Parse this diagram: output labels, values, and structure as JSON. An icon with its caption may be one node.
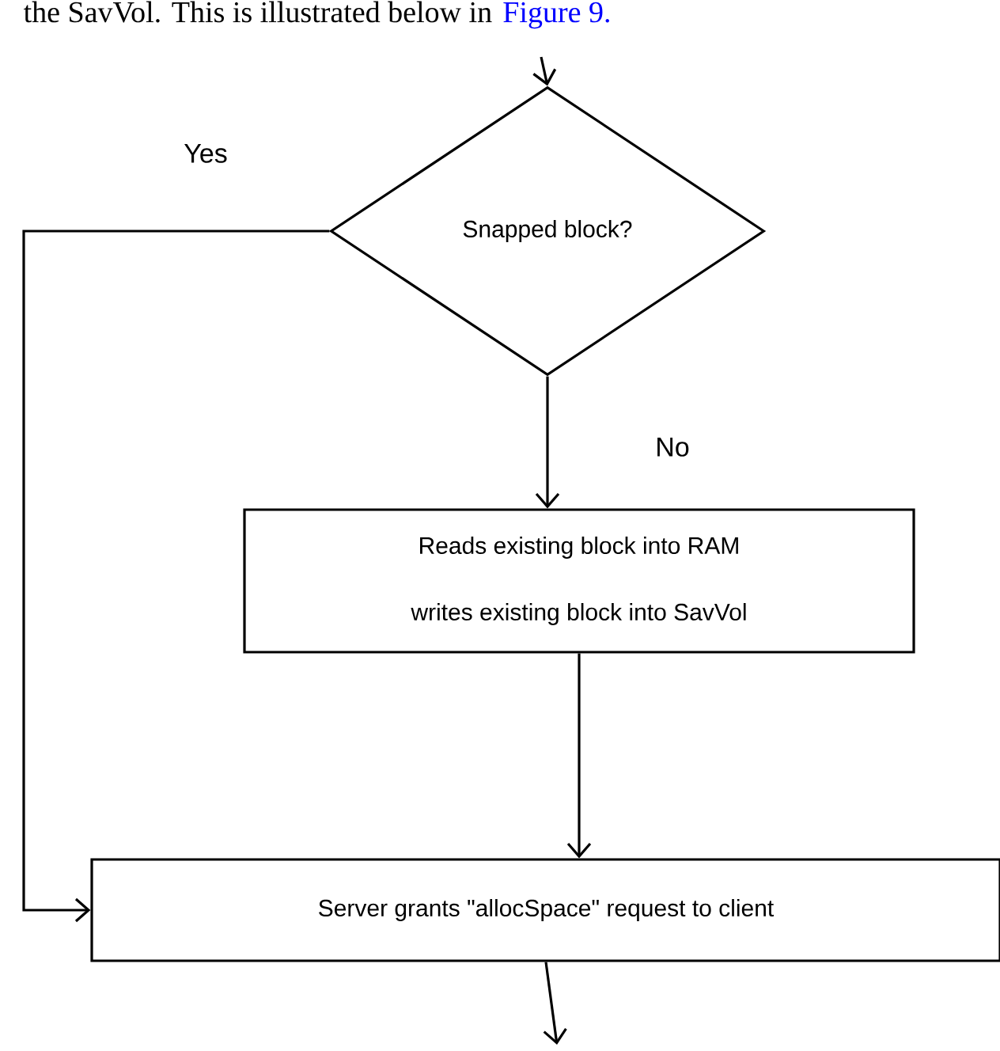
{
  "diagram": {
    "nodes": [
      {
        "text": [
          "Snapped block?"
        ]
      },
      {
        "text": [
          "Reads existing block into RAM",
          "writes existing block into SavVol"
        ]
      },
      {
        "text": [
          "Server grants \"allocSpace\" request to client"
        ]
      }
    ],
    "edges": [
      {
        "from": null,
        "to": 0,
        "arrow": "to"
      },
      {
        "from": 0,
        "to": 2,
        "arrow": "to",
        "label": "Yes"
      },
      {
        "from": 0,
        "to": 1,
        "arrow": "to",
        "label": "No"
      },
      {
        "from": 1,
        "to": 2,
        "arrow": "to"
      },
      {
        "from": 2,
        "to": null,
        "arrow": "to"
      }
    ],
    "labels": [
      "the SavVol. This is illustrated below in",
      "Figure 9."
    ]
  }
}
